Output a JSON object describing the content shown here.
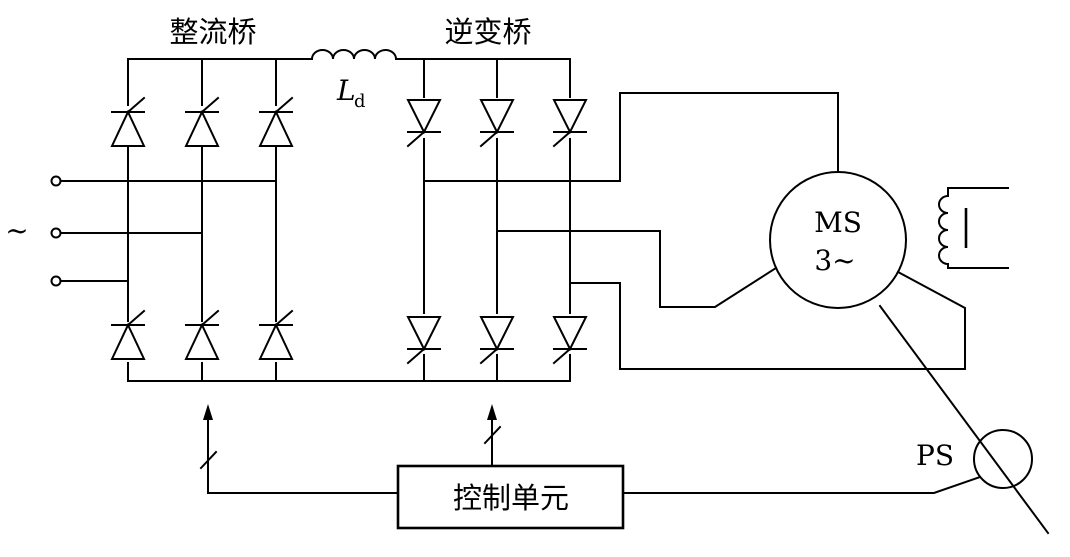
{
  "labels": {
    "rectifier_bridge": "整流桥",
    "inverter_bridge": "逆变桥",
    "inductor": "L",
    "inductor_subscript": "d",
    "ac_source": "~",
    "motor_line1": "MS",
    "motor_line2": "3~",
    "position_sensor": "PS",
    "control_unit": "控制单元"
  }
}
